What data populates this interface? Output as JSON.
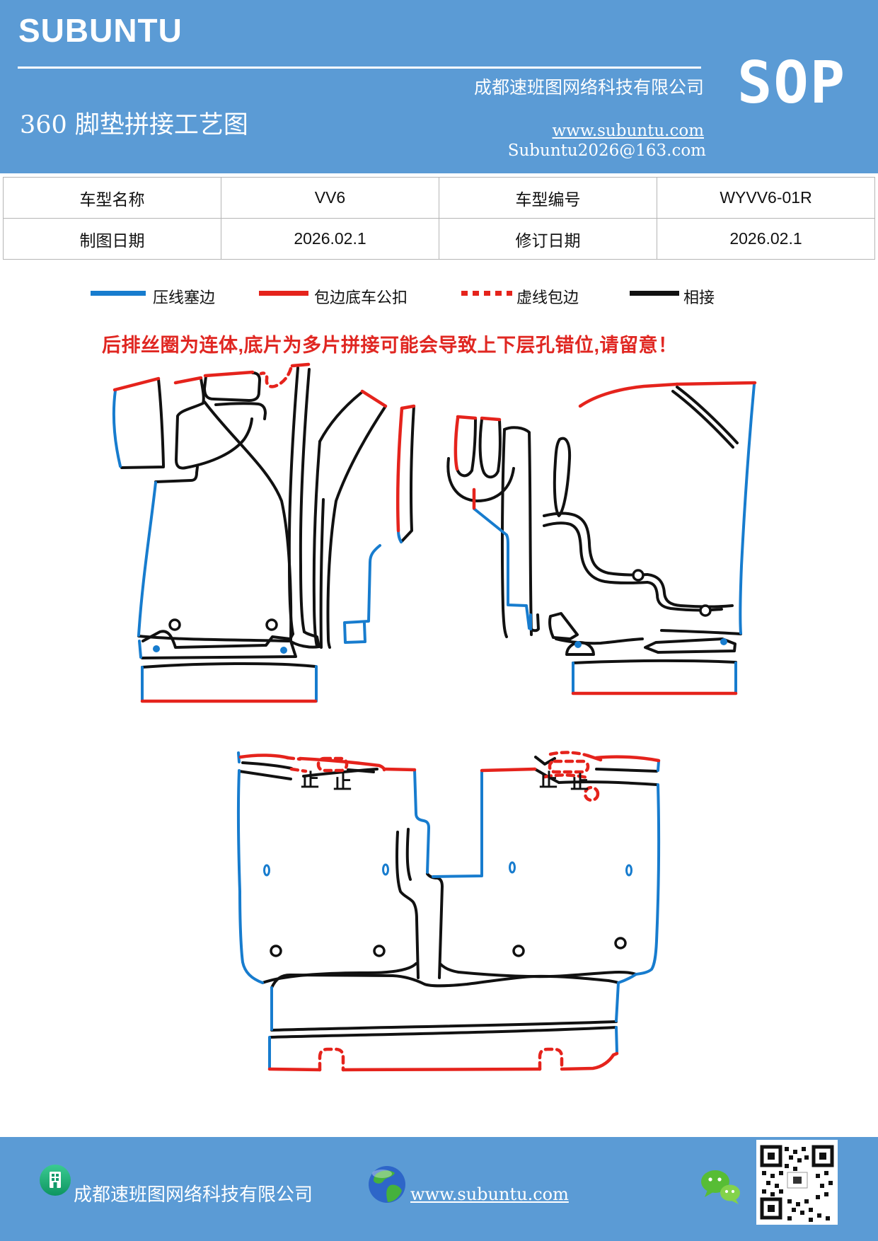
{
  "header": {
    "logo": "SUBUNTU",
    "company": "成都速班图网络科技有限公司",
    "title": "360 脚垫拼接工艺图",
    "website": "www.subuntu.com",
    "email": "Subuntu2026@163.com",
    "badge": "SOP"
  },
  "info_table": {
    "row1": {
      "label1": "车型名称",
      "value1": "VV6",
      "label2": "车型编号",
      "value2": "WYVV6-01R"
    },
    "row2": {
      "label1": "制图日期",
      "value1": "2026.02.1",
      "label2": "修订日期",
      "value2": "2026.02.1"
    }
  },
  "legend": {
    "items": [
      {
        "label": "压线塞边",
        "color": "#177CCE",
        "style": "solid"
      },
      {
        "label": "包边底车公扣",
        "color": "#E5231C",
        "style": "solid"
      },
      {
        "label": "虚线包边",
        "color": "#E5231C",
        "style": "dashed"
      },
      {
        "label": "相接",
        "color": "#111111",
        "style": "solid"
      }
    ]
  },
  "warning": {
    "text": "后排丝圈为连体,底片为多片拼接可能会导致上下层孔错位,请留意！"
  },
  "diagram": {
    "stop_mark": "止"
  },
  "footer": {
    "company": "成都速班图网络科技有限公司",
    "website": "www.subuntu.com"
  },
  "colors": {
    "header_blue": "#5B9BD5",
    "diagram_blue": "#177CCE",
    "diagram_red": "#E5231C",
    "diagram_black": "#111111",
    "warning_red": "#E02722"
  }
}
